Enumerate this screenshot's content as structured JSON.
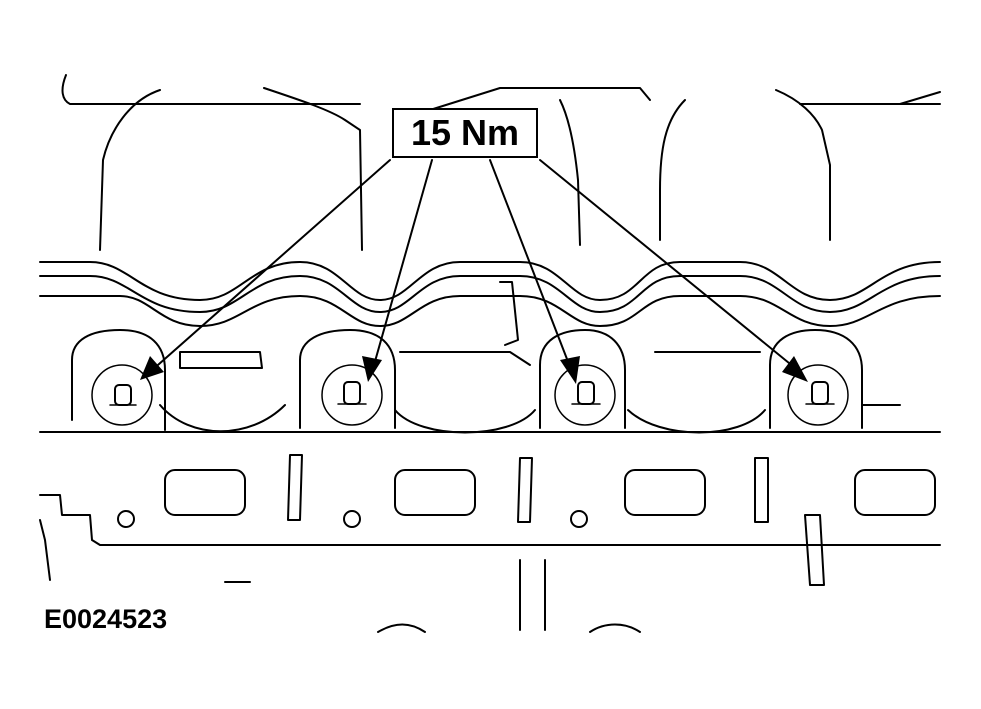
{
  "diagram": {
    "torque_callout": "15 Nm",
    "figure_id": "E0024523",
    "bolts": [
      {
        "name": "bolt-1"
      },
      {
        "name": "bolt-2"
      },
      {
        "name": "bolt-3"
      },
      {
        "name": "bolt-4"
      }
    ]
  }
}
